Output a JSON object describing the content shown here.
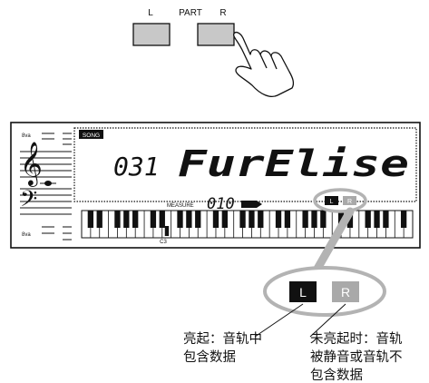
{
  "panel": {
    "part_label": "PART",
    "left_button_label": "L",
    "right_button_label": "R"
  },
  "display": {
    "octave_label_top": "8va",
    "octave_label_bottom": "8va",
    "song_badge": "SONG",
    "song_number": "031",
    "song_title": "FurElise",
    "measure_label": "MEASURE",
    "measure_value": "010",
    "key_label": "C3",
    "indicator_left": "L",
    "indicator_right": "R"
  },
  "callout": {
    "zoom_left": "L",
    "zoom_right": "R",
    "caption_lit": [
      "亮起：音轨中",
      "包含数据"
    ],
    "caption_unlit": [
      "未亮起时：音轨",
      "被静音或音轨不",
      "包含数据"
    ]
  },
  "colors": {
    "button_fill": "#c8c8c8",
    "indicator_on": "#111111",
    "indicator_off": "#a9a9a9",
    "callout_ring": "#b3b3b3"
  }
}
